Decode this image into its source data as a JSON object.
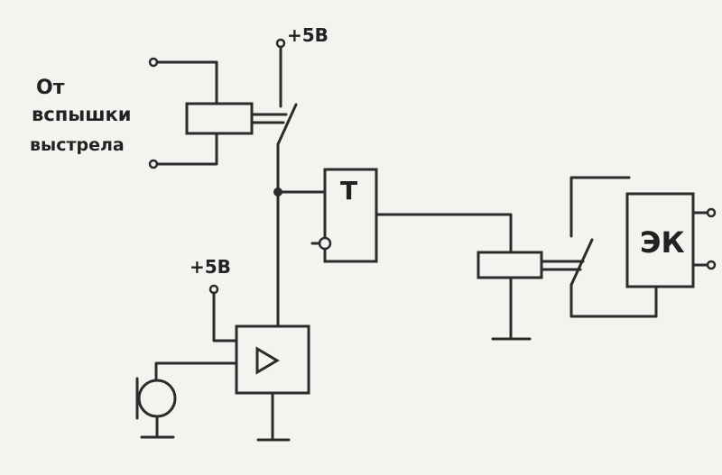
{
  "labels": {
    "source_line1": "От",
    "source_line2": "вспышки",
    "source_line3": "выстрела",
    "supply_top": "+5В",
    "supply_amp": "+5В",
    "trigger": "Т",
    "camera": "ЭК"
  },
  "colors": {
    "paper": "#f4f3ef",
    "ink": "#2b2b2b"
  },
  "components": [
    "input-terminal",
    "relay-coil",
    "relay-contact",
    "trigger",
    "amplifier",
    "microphone",
    "ground"
  ]
}
